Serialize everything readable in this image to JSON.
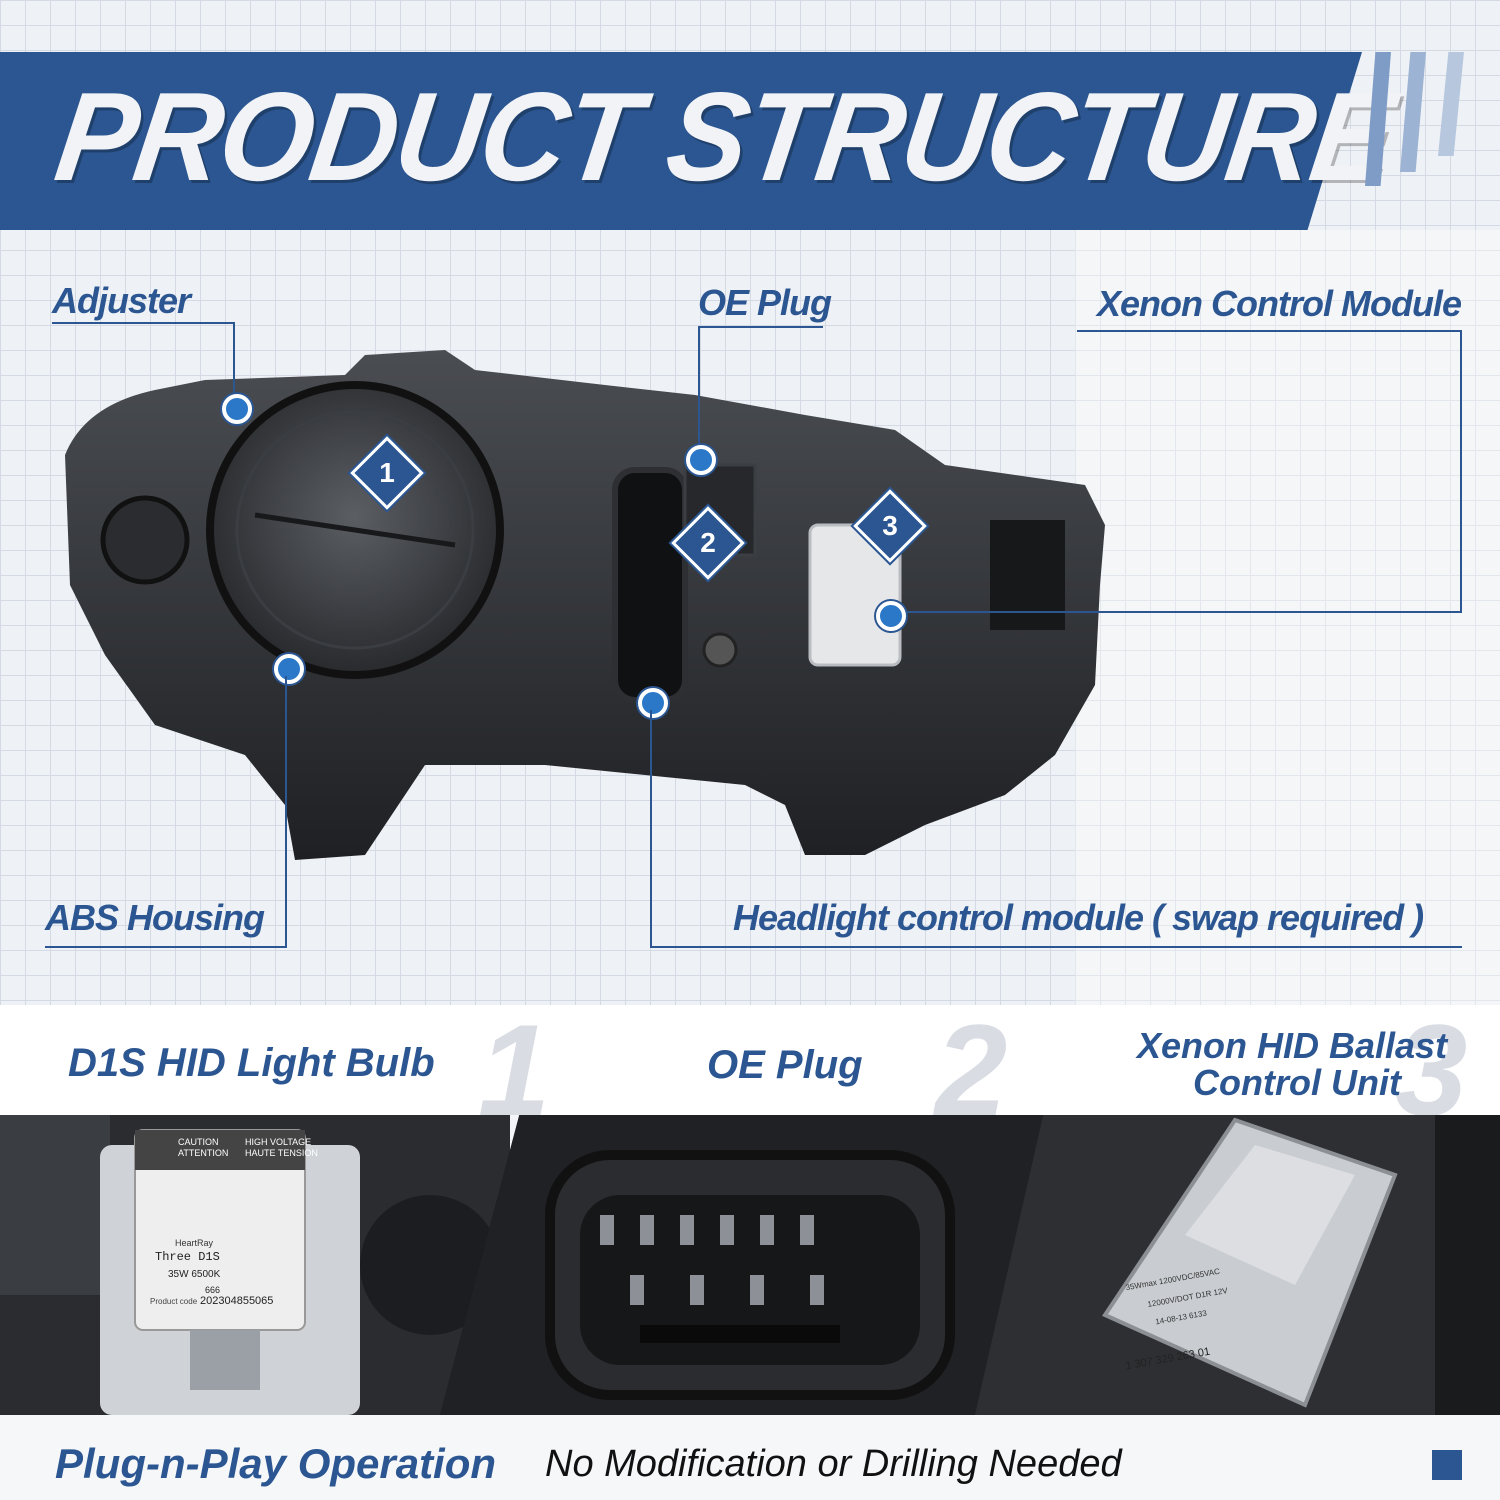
{
  "header": {
    "title": "PRODUCT STRUCTURE"
  },
  "callouts": {
    "adjuster": "Adjuster",
    "oe_plug": "OE Plug",
    "xenon_module": "Xenon Control Module",
    "abs_housing": "ABS Housing",
    "headlight_module": "Headlight control module ( swap required )"
  },
  "badges": [
    "1",
    "2",
    "3"
  ],
  "sections": [
    {
      "num": "1",
      "label": "D1S HID Light Bulb"
    },
    {
      "num": "2",
      "label": "OE Plug"
    },
    {
      "num": "3",
      "label_line1": "Xenon HID Ballast",
      "label_line2": "Control Unit"
    }
  ],
  "bulb_photo": {
    "caution": "CAUTION",
    "attention": "ATTENTION",
    "high_voltage": "HIGH VOLTAGE",
    "haute_tension": "HAUTE TENSION",
    "brand": "HeartRay",
    "model": "Three D1S",
    "spec": "35W 6500K",
    "code_num": "666",
    "product_code_label": "Product code",
    "product_code": "202304855065"
  },
  "ballast_photo": {
    "line1": "35Wmax 1200VDC/85VAC",
    "line2": "12000V/DOT D1R 12V",
    "line3": "14-08-13 6133",
    "part": "1 307 329 263 01"
  },
  "footer": {
    "main": "Plug-n-Play Operation",
    "sub": "No Modification or Drilling Needed"
  },
  "colors": {
    "brand": "#2b5691",
    "accent": "#2b78c8"
  }
}
